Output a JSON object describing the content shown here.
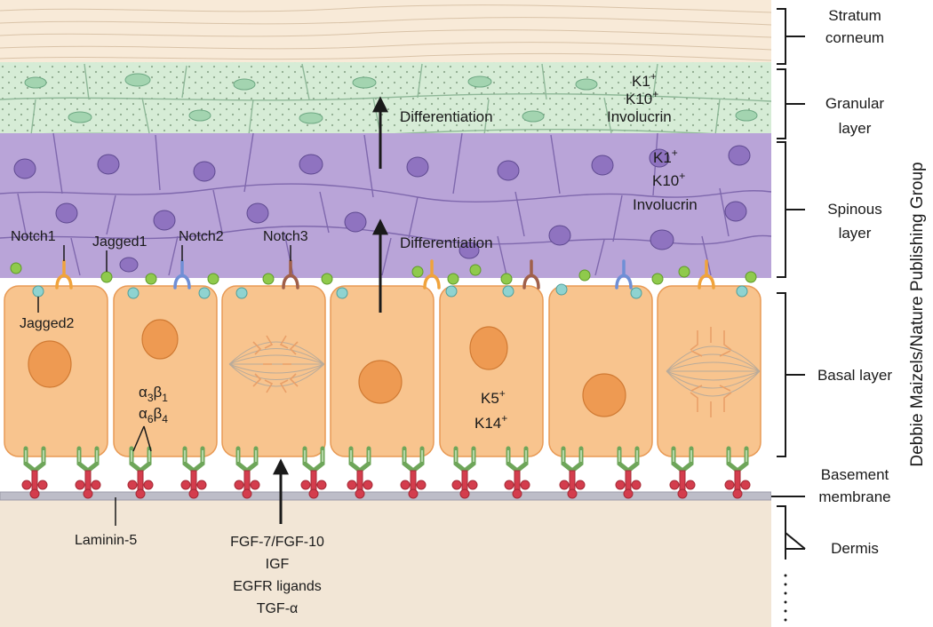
{
  "layers": [
    {
      "key": "corneum",
      "line1": "Stratum",
      "line2": "corneum"
    },
    {
      "key": "granular",
      "line1": "Granular",
      "line2": "layer"
    },
    {
      "key": "spinous",
      "line1": "Spinous",
      "line2": "layer"
    },
    {
      "key": "basal",
      "line1": "Basal layer",
      "line2": ""
    },
    {
      "key": "basement",
      "line1": "Basement",
      "line2": "membrane"
    },
    {
      "key": "dermis",
      "line1": "Dermis",
      "line2": ""
    }
  ],
  "labels": {
    "differentiation": "Differentiation",
    "notch1": "Notch1",
    "jagged1": "Jagged1",
    "notch2": "Notch2",
    "notch3": "Notch3",
    "jagged2": "Jagged2",
    "laminin": "Laminin-5"
  },
  "granular_markers": {
    "k1": "K1",
    "k10": "K10",
    "sup": "+",
    "involucrin": "Involucrin"
  },
  "spinous_markers": {
    "k1": "K1",
    "k10": "K10",
    "sup": "+",
    "involucrin": "Involucrin"
  },
  "basal_markers": {
    "k5": "K5",
    "k14": "K14",
    "sup": "+"
  },
  "integrins": {
    "a": "α",
    "b": "β",
    "a1": "3",
    "b1": "1",
    "a2": "6",
    "b2": "4"
  },
  "growth_factors": [
    "FGF-7/FGF-10",
    "IGF",
    "EGFR ligands",
    "TGF-α"
  ],
  "credit": "Debbie Maizels/Nature Publishing Group",
  "colors": {
    "corneum": "#f8ead8",
    "granular": "#d6ecd6",
    "granular_nucleus": "#a3d4b0",
    "spinous": "#b9a4d8",
    "spinous_nucleus": "#8f73c0",
    "basal_cell": "#f8c48e",
    "basal_nucleus": "#ee9a52",
    "jagged1_dot": "#8fca4c",
    "jagged2_dot": "#8fd3d0",
    "notch1_receptor": "#f0a33c",
    "notch2_receptor": "#6f8fd6",
    "notch3_receptor": "#a0604a",
    "integrin": "#7fb86a",
    "laminin": "#d43d4d",
    "membrane": "#bdbdc8",
    "dermis": "#f2e6d6"
  }
}
